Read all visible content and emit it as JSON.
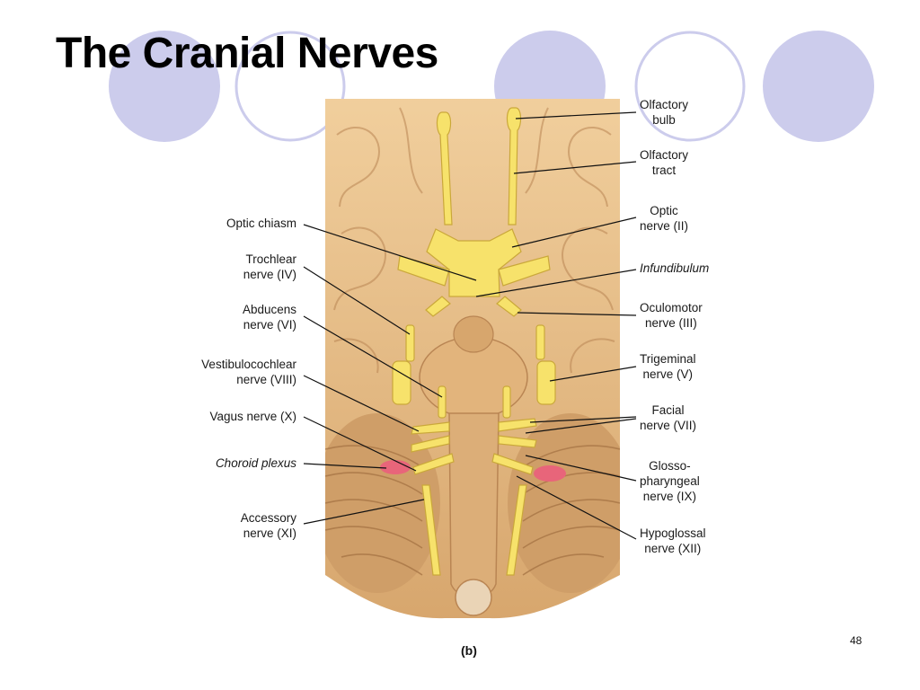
{
  "slide": {
    "title": "The Cranial Nerves",
    "page_number": "48",
    "caption": "(b)"
  },
  "theme": {
    "circle_fill": "#ccccec",
    "circle_stroke": "#ccccec",
    "brain_base": "#e7be88",
    "brain_dark": "#c99a63",
    "nerve_yellow": "#f7e26b",
    "plexus_red": "#e8657a"
  },
  "labels": {
    "olfactory_bulb": "Olfactory\nbulb",
    "olfactory_tract": "Olfactory\ntract",
    "optic_nerve": "Optic\nnerve (II)",
    "infundibulum": "Infundibulum",
    "oculomotor": "Oculomotor\nnerve (III)",
    "trigeminal": "Trigeminal\nnerve (V)",
    "facial": "Facial\nnerve (VII)",
    "glossopharyngeal": "Glosso-\npharyngeal\nnerve (IX)",
    "hypoglossal": "Hypoglossal\nnerve (XII)",
    "optic_chiasm": "Optic chiasm",
    "trochlear": "Trochlear\nnerve (IV)",
    "abducens": "Abducens\nnerve (VI)",
    "vestibulocochlear": "Vestibulocochlear\nnerve (VIII)",
    "vagus": "Vagus nerve (X)",
    "choroid_plexus": "Choroid plexus",
    "accessory": "Accessory\nnerve (XI)"
  }
}
